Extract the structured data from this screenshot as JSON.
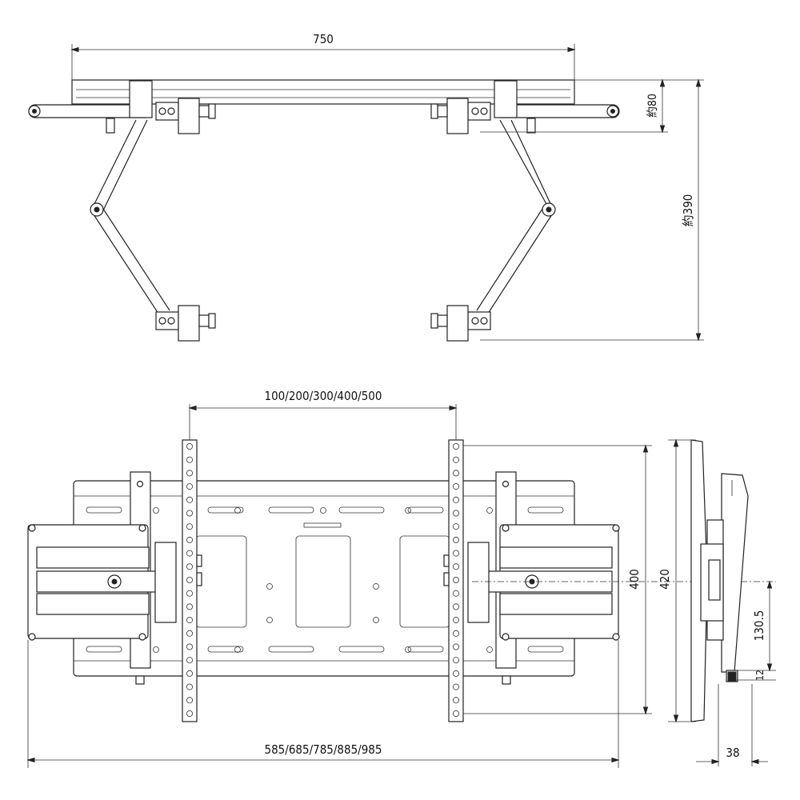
{
  "dimensions": {
    "top_width": "750",
    "top_depth_small": "約80",
    "top_depth_large": "約390",
    "hole_pitch": "100/200/300/400/500",
    "arm_width": "585/685/785/885/985",
    "rail_height": "400",
    "side_height": "420",
    "side_offset": "130.5",
    "side_small": "12",
    "side_depth": "38"
  }
}
